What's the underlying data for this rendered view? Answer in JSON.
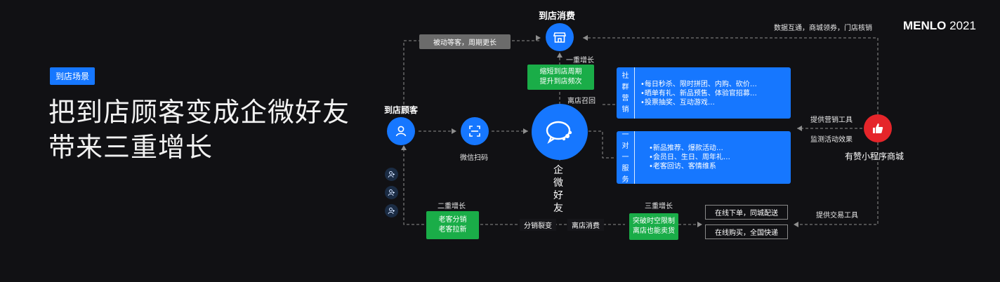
{
  "header": {
    "brand_name": "MENLO",
    "brand_year": "2021"
  },
  "left": {
    "tag": "到店场景",
    "headline_line1": "把到店顾客变成企微好友",
    "headline_line2": "带来三重增长"
  },
  "nodes": {
    "store_consume": "到店消费",
    "store_customer": "到店顾客",
    "wechat_scan": "微信扫码",
    "enterprise_friend": [
      "企",
      "微",
      "好",
      "友"
    ],
    "youzan_mall": "有赞小程序商城"
  },
  "labels": {
    "passive_wait": "被动等客，周期更长",
    "growth_one": "一重增长",
    "growth_two": "二重增长",
    "growth_three": "三重增长",
    "store_recall": "离店召回",
    "distribution_fission": "分销裂变",
    "offline_consume": "离店消费",
    "data_interop": "数据互通，商城领券，门店核销",
    "provide_marketing_tools": "提供营销工具",
    "monitor_activity": "监测活动效果",
    "provide_trade_tools": "提供交易工具"
  },
  "green_boxes": {
    "shorten_cycle": [
      "缩短到店周期",
      "提升到店频次"
    ],
    "old_customers": [
      "老客分销",
      "老客拉新"
    ],
    "break_limits": [
      "突破时空限制",
      "离店也能卖货"
    ]
  },
  "panels": {
    "community": {
      "side": [
        "社",
        "群",
        "营",
        "销"
      ],
      "lines": [
        "•每日秒杀、限时拼团、内购、砍价…",
        "•晒单有礼、新品预售、体验官招募…",
        "•投票抽奖、互动游戏…"
      ]
    },
    "one_on_one": {
      "side": [
        "一",
        "对",
        "一",
        "服",
        "务"
      ],
      "lines": [
        "•新品推荐、爆款活动…",
        "•会员日、生日、周年礼…",
        "•老客回访、客情维系"
      ]
    }
  },
  "delivery": {
    "online_order": "在线下单，同城配送",
    "online_buy": "在线购买，全国快递"
  },
  "icons": {
    "store": "store-icon",
    "person": "person-icon",
    "scan": "scan-icon",
    "chat": "chat-icon",
    "thumbs_up": "thumbs-up-icon",
    "add_user": "add-user-icon"
  },
  "colors": {
    "background": "#111114",
    "accent_blue": "#1677ff",
    "green": "#1aad48",
    "gray": "#6b6b6b",
    "red": "#e5252a"
  }
}
